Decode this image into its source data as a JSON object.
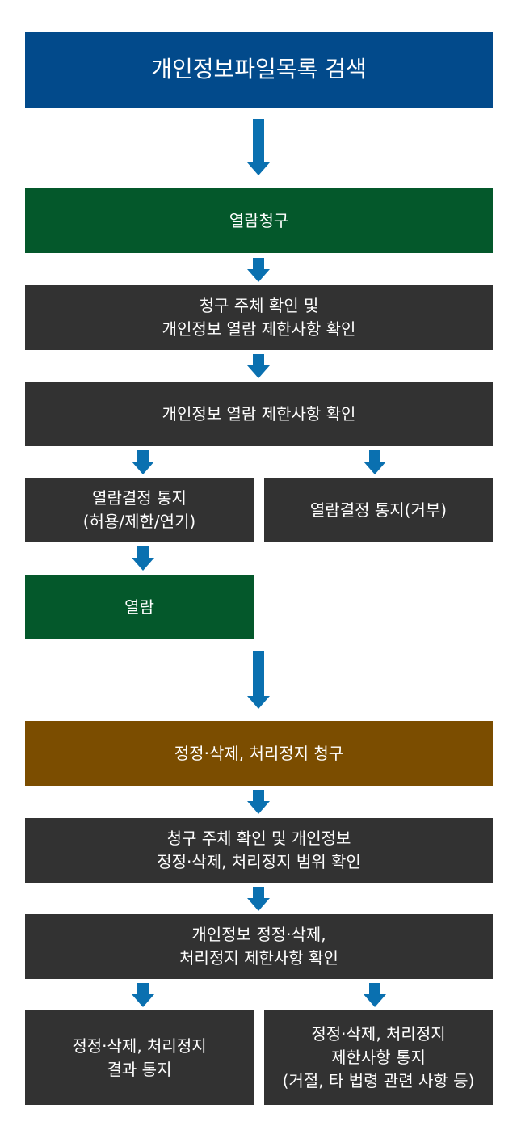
{
  "flow": {
    "search": "개인정보파일목록 검색",
    "view_request": "열람청구",
    "check_subject": [
      "청구 주체 확인 및",
      "개인정보 열람 제한사항 확인"
    ],
    "check_limits": "개인정보 열람 제한사항 확인",
    "notice_allow": [
      "열람결정 통지",
      "(허용/제한/연기)"
    ],
    "notice_reject": "열람결정 통지(거부)",
    "view": "열람",
    "correction_request": "정정·삭제, 처리정지 청구",
    "check_scope": [
      "청구 주체 확인 및 개인정보",
      "정정·삭제, 처리정지 범위 확인"
    ],
    "check_restrictions": [
      "개인정보 정정·삭제,",
      "처리정지 제한사항 확인"
    ],
    "result_notice": [
      "정정·삭제, 처리정지",
      "결과 통지"
    ],
    "restriction_notice": [
      "정정·삭제, 처리정지",
      "제한사항 통지",
      "(거절, 타 법령 관련 사항 등)"
    ]
  },
  "colors": {
    "blue": "#024a8b",
    "green": "#04582b",
    "dark": "#323232",
    "brown": "#7b4d00",
    "arrow": "#0a70b0"
  }
}
